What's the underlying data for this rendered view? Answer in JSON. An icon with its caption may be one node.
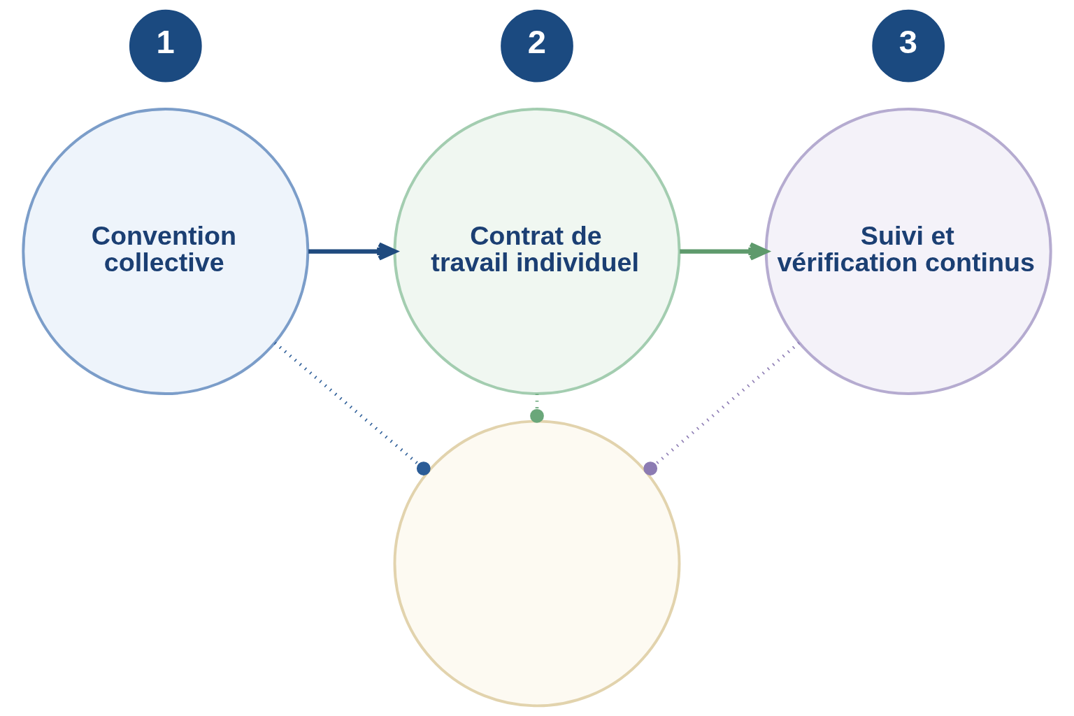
{
  "diagram": {
    "nodes": [
      {
        "text": [
          "1"
        ]
      },
      {
        "text": [
          "Convention collective"
        ]
      },
      {
        "text": [
          "2"
        ]
      },
      {
        "text": [
          "Contrat de travail individuel"
        ]
      },
      {
        "text": [
          "3"
        ]
      },
      {
        "text": [
          "Suivi et vérification continus"
        ]
      },
      {
        "text": [],
        "shape": "circle"
      }
    ],
    "edges": [
      {
        "from": 1,
        "to": 3,
        "arrow": "to",
        "color": "#1f4a7e"
      },
      {
        "from": 3,
        "to": 5,
        "arrow": "to",
        "color": "#5e9a6c"
      },
      {
        "from": 1,
        "to": 6,
        "arrow": "other",
        "style": "dashed",
        "color": "#2b5c97"
      },
      {
        "from": 3,
        "to": 6,
        "arrow": "other",
        "style": "dashed",
        "color": "#6aa77a"
      },
      {
        "from": 5,
        "to": 6,
        "arrow": "other",
        "style": "dashed",
        "color": "#8c7bb3"
      }
    ]
  }
}
